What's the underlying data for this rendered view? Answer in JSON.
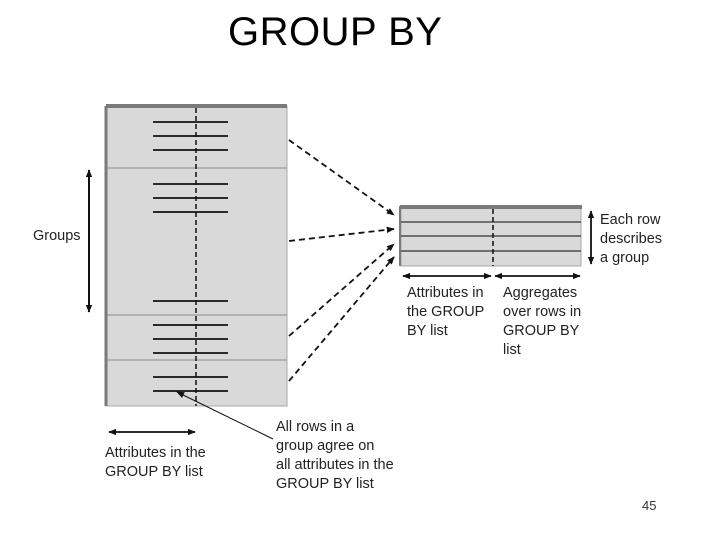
{
  "slide": {
    "title": "GROUP BY",
    "page_number": "45"
  },
  "diagram": {
    "groups_label": "Groups",
    "left_attributes_label": [
      "Attributes in the",
      "GROUP BY list"
    ],
    "all_rows_label": [
      "All rows in a",
      "group agree on",
      "all attributes in the",
      "GROUP BY list"
    ],
    "result_attributes_label": [
      "Attributes in",
      "the GROUP",
      "BY list"
    ],
    "result_aggregates_label": [
      "Aggregates",
      "over rows in",
      "GROUP BY",
      "list"
    ],
    "each_row_label": [
      "Each row",
      "describes",
      "a group"
    ]
  },
  "colors": {
    "table_fill": "#d9d9d9",
    "table_edge": "#808080",
    "ink": "#111111"
  }
}
